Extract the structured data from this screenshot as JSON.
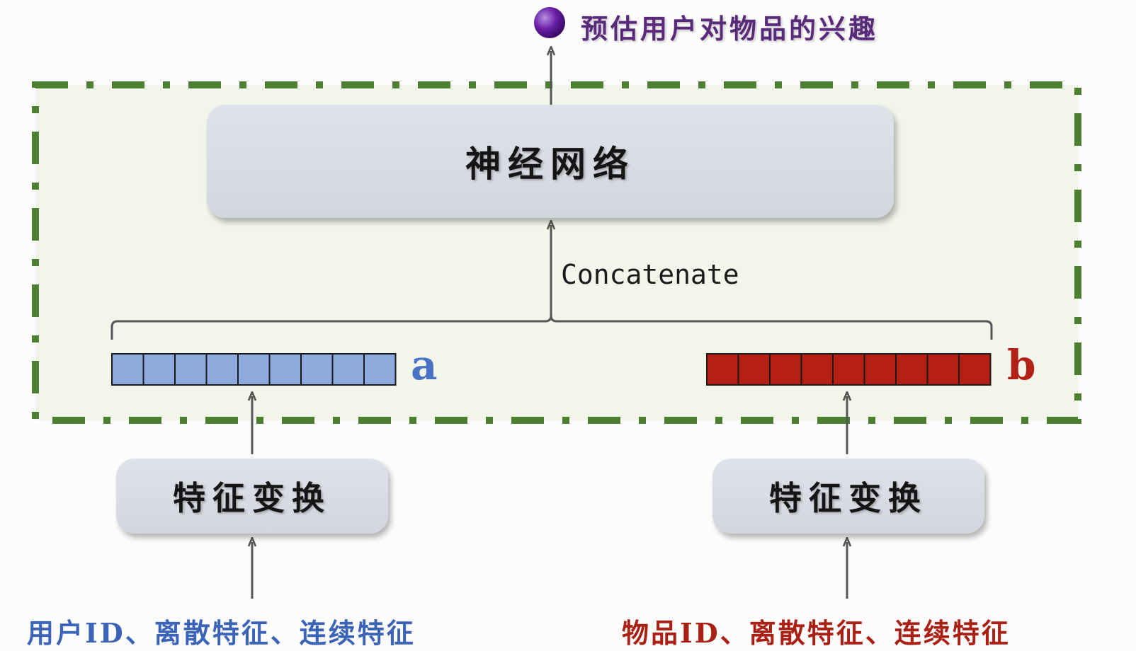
{
  "output": {
    "label": "预估用户对物品的兴趣",
    "dot_color": "#6a1fa8"
  },
  "network": {
    "label": "神经网络"
  },
  "concat": {
    "label": "Concatenate"
  },
  "vectors": {
    "a": {
      "label": "a",
      "cells": 9,
      "fill": "#8faadc",
      "label_color": "#4a72c4"
    },
    "b": {
      "label": "b",
      "cells": 9,
      "fill": "#b42013",
      "label_color": "#b32015"
    }
  },
  "feature_transform": {
    "left_label": "特征变换",
    "right_label": "特征变换"
  },
  "inputs": {
    "user": "用户ID、离散特征、连续特征",
    "item": "物品ID、离散特征、连续特征"
  },
  "colors": {
    "dashed_border": "#4d7f32",
    "region_fill": "#f1f5ea",
    "arrow": "#555555"
  }
}
